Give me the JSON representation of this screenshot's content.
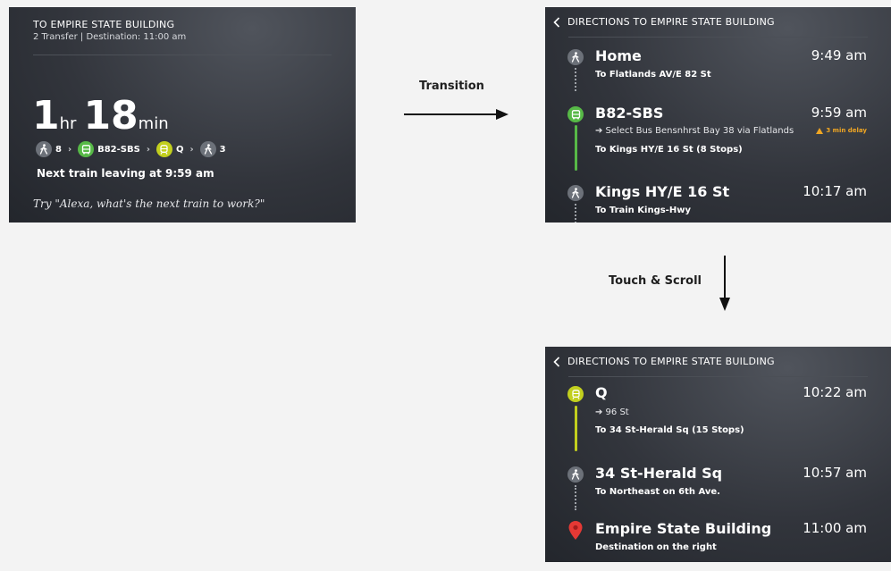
{
  "card": {
    "title": "TO EMPIRE STATE BUILDING",
    "subtitle": "2 Transfer  |  Destination: 11:00 am",
    "duration_hours": "1",
    "duration_hours_unit": "hr",
    "duration_minutes": "18",
    "duration_minutes_unit": "min",
    "route": [
      {
        "icon": "walk-icon",
        "text": "8"
      },
      {
        "icon": "bus-icon",
        "text": "B82-SBS"
      },
      {
        "icon": "train-icon",
        "text": "Q"
      },
      {
        "icon": "walk-icon",
        "text": "3"
      }
    ],
    "next_train": "Next train leaving at 9:59 am",
    "hint": "Try \"Alexa, what's the next train to work?\""
  },
  "transition_label": "Transition",
  "scroll_label": "Touch & Scroll",
  "directions_title": "DIRECTIONS TO EMPIRE STATE BUILDING",
  "steps_a": [
    {
      "icon": "walk-icon",
      "name": "Home",
      "time": "9:49 am",
      "sub": "To Flatlands AV/E 82 St"
    },
    {
      "icon": "bus-icon",
      "name": "B82-SBS",
      "time": "9:59 am",
      "via": "➔ Select Bus Bensnhrst Bay 38 via Flatlands",
      "delay": "3 min delay",
      "sub": "To Kings HY/E 16 St (8 Stops)"
    },
    {
      "icon": "walk-icon",
      "name": "Kings HY/E 16 St",
      "time": "10:17 am",
      "sub": "To Train Kings-Hwy"
    }
  ],
  "steps_b": [
    {
      "icon": "train-icon",
      "name": "Q",
      "time": "10:22 am",
      "via": "➔ 96 St",
      "sub": "To 34 St-Herald Sq (15 Stops)"
    },
    {
      "icon": "walk-icon",
      "name": "34 St-Herald Sq",
      "time": "10:57 am",
      "sub": "To Northeast on 6th Ave."
    },
    {
      "icon": "location-pin-icon",
      "name": "Empire State Building",
      "time": "11:00 am",
      "sub": "Destination on the right"
    }
  ],
  "colors": {
    "bus": "#57b947",
    "train": "#c2cf1e",
    "walk": "#6c7179",
    "delay": "#f0a623",
    "pin": "#e53935"
  }
}
